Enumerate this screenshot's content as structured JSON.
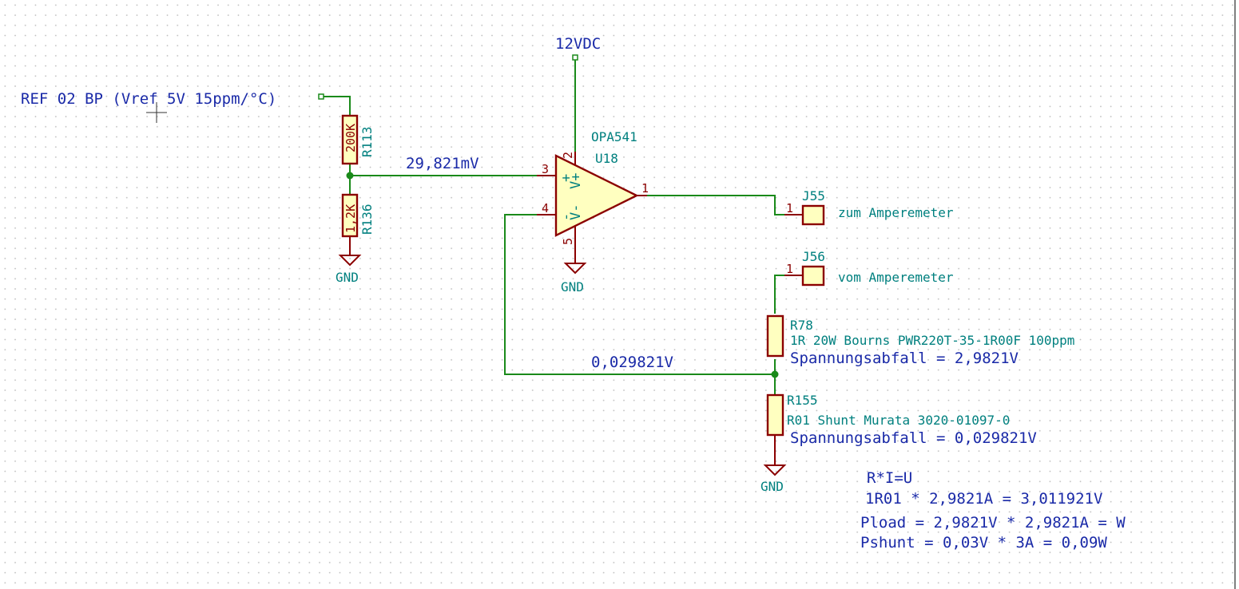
{
  "schematic": {
    "ref_label": "REF 02 BP (Vref 5V 15ppm/°C)",
    "supply_label": "12VDC",
    "net_plus_label": "29,821mV",
    "net_feedback_label": "0,029821V",
    "opamp": {
      "value": "OPA541",
      "ref": "U18",
      "pin_plus": "3",
      "pin_minus": "4",
      "pin_vplus": "2",
      "pin_vminus": "5",
      "pin_out": "1",
      "sym_plus": "+",
      "sym_minus": "-",
      "sym_vplus": "V+",
      "sym_vminus": "V-"
    },
    "r113": {
      "value": "200K",
      "ref": "R113"
    },
    "r136": {
      "value": "1,2K",
      "ref": "R136"
    },
    "gnd_labels": [
      "GND",
      "GND",
      "GND"
    ],
    "j55": {
      "ref": "J55",
      "pin": "1",
      "label": "zum Amperemeter"
    },
    "j56": {
      "ref": "J56",
      "pin": "1",
      "label": "vom Amperemeter"
    },
    "r78": {
      "ref": "R78",
      "desc": "1R 20W Bourns PWR220T-35-1R00F 100ppm",
      "drop": "Spannungsabfall = 2,9821V"
    },
    "r155": {
      "ref": "R155",
      "desc": "R01 Shunt Murata 3020-01097-0",
      "drop": "Spannungsabfall = 0,029821V"
    },
    "notes": [
      "R*I=U",
      "1R01 * 2,9821A = 3,011921V",
      "Pload = 2,9821V * 2,9821A = W",
      "Pshunt = 0,03V * 3A = 0,09W"
    ],
    "colors": {
      "wire": "#1a8a1a",
      "component": "#8b0000",
      "fill": "#ffffc0",
      "net_label": "#1a2aa8",
      "ref_text": "#00807f",
      "grid_dot": "#b8b8b8"
    }
  }
}
